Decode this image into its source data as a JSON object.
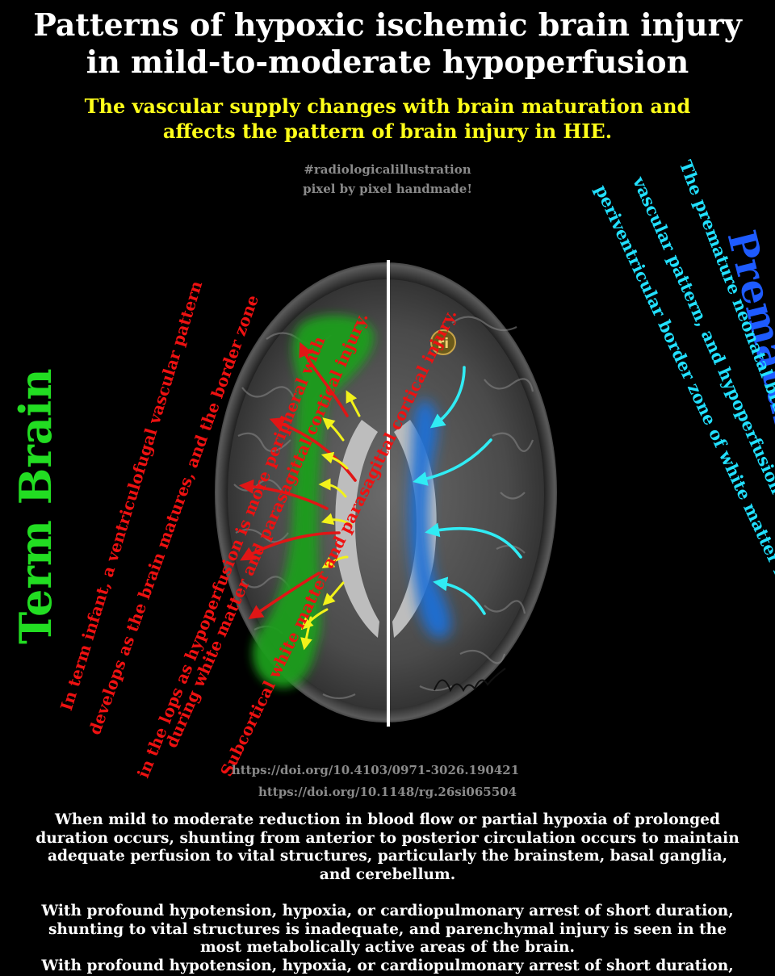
{
  "title": {
    "line1": "Patterns of hypoxic ischemic brain injury",
    "line2": "in mild-to-moderate hypoperfusion"
  },
  "subtitle": {
    "line1": "The vascular supply changes with brain maturation and",
    "line2": "affects the pattern of brain injury in HIE."
  },
  "credit": {
    "line1": "#radiologicalillustration",
    "line2": "pixel by pixel handmade!"
  },
  "term": {
    "heading": "Term Brain",
    "lines": [
      "In term infant, a ventriculofugal vascular pattern",
      "develops as the brain matures, and the border zone",
      "in the lops as hypoperfusion is more peripheral with",
      "during white matter and parasagittal cortical injury.",
      "Subcortical white matter and parasagittal cortical injury."
    ]
  },
  "premature": {
    "heading": "Premature Brain",
    "lines": [
      "The premature neonatal brain has a ventriculopetal",
      "vascular pattern, and hypoperfusion results in a",
      "periventricular border zone of white matter injury."
    ]
  },
  "logo_text": "ri",
  "references": [
    "https://doi.org/10.4103/0971-3026.190421",
    "https://doi.org/10.1148/rg.26si065504"
  ],
  "paragraphs": {
    "p1": [
      "When mild to moderate reduction in blood flow or partial hypoxia of prolonged",
      "duration occurs, shunting from anterior to posterior circulation occurs to maintain",
      "adequate perfusion to vital structures, particularly the brainstem, basal ganglia,",
      "and cerebellum."
    ],
    "p2": [
      "With profound hypotension, hypoxia, or cardiopulmonary arrest of short duration,",
      "shunting to vital structures is inadequate, and parenchymal injury is seen in the",
      "most metabolically active areas of the brain."
    ],
    "p3": [
      "With profound hypotension, hypoxia, or cardiopulmonary arrest of short duration,"
    ]
  },
  "colors": {
    "term_heading": "#22dd22",
    "term_text": "#ee1111",
    "premature_heading": "#1e5bff",
    "premature_text": "#22e0ff",
    "subtitle": "#ffff1a",
    "green_zone": "#1a9e1a",
    "blue_zone": "#1f6fd6",
    "red_arrow": "#e01616",
    "yellow_arrow": "#f2f21a",
    "cyan_arrow": "#30ecf4"
  }
}
